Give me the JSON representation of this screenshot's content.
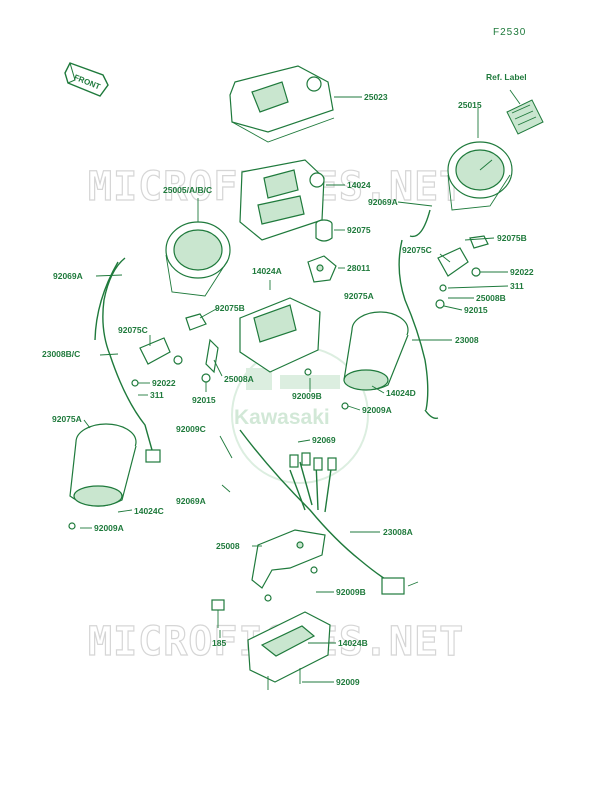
{
  "diagram_code": "F2530",
  "front_label": "FRONT",
  "ref_label": "Ref. Label",
  "watermark": "MICROFICHES.NET",
  "brand": "Kawasaki",
  "parts": [
    {
      "id": "p25023",
      "label": "25023"
    },
    {
      "id": "p25015",
      "label": "25015"
    },
    {
      "id": "p14024",
      "label": "14024"
    },
    {
      "id": "p25005",
      "label": "25005/A/B/C"
    },
    {
      "id": "p92069a_r",
      "label": "92069A"
    },
    {
      "id": "p92075",
      "label": "92075"
    },
    {
      "id": "p92075c_r",
      "label": "92075C"
    },
    {
      "id": "p92075b_r",
      "label": "92075B"
    },
    {
      "id": "p14024a",
      "label": "14024A"
    },
    {
      "id": "p28011",
      "label": "28011"
    },
    {
      "id": "p92022_r",
      "label": "92022"
    },
    {
      "id": "p311_r",
      "label": "311"
    },
    {
      "id": "p25008b",
      "label": "25008B"
    },
    {
      "id": "p92015_r",
      "label": "92015"
    },
    {
      "id": "p92069a_l",
      "label": "92069A"
    },
    {
      "id": "p92075b_l",
      "label": "92075B"
    },
    {
      "id": "p92075a_r",
      "label": "92075A"
    },
    {
      "id": "p23008",
      "label": "23008"
    },
    {
      "id": "p92075c_l",
      "label": "92075C"
    },
    {
      "id": "p23008bc",
      "label": "23008B/C"
    },
    {
      "id": "p92022_l",
      "label": "92022"
    },
    {
      "id": "p25008a",
      "label": "25008A"
    },
    {
      "id": "p92015_l",
      "label": "92015"
    },
    {
      "id": "p14024d",
      "label": "14024D"
    },
    {
      "id": "p311_l",
      "label": "311"
    },
    {
      "id": "p92009b_t",
      "label": "92009B"
    },
    {
      "id": "p92009a_r",
      "label": "92009A"
    },
    {
      "id": "p92075a_l",
      "label": "92075A"
    },
    {
      "id": "p92009c",
      "label": "92009C"
    },
    {
      "id": "p92069",
      "label": "92069"
    },
    {
      "id": "p14024c",
      "label": "14024C"
    },
    {
      "id": "p92069a_m",
      "label": "92069A"
    },
    {
      "id": "p92009a_l",
      "label": "92009A"
    },
    {
      "id": "p23008a",
      "label": "23008A"
    },
    {
      "id": "p25008",
      "label": "25008"
    },
    {
      "id": "p92009b_b",
      "label": "92009B"
    },
    {
      "id": "p185",
      "label": "185"
    },
    {
      "id": "p14024b",
      "label": "14024B"
    },
    {
      "id": "p92009",
      "label": "92009"
    }
  ]
}
